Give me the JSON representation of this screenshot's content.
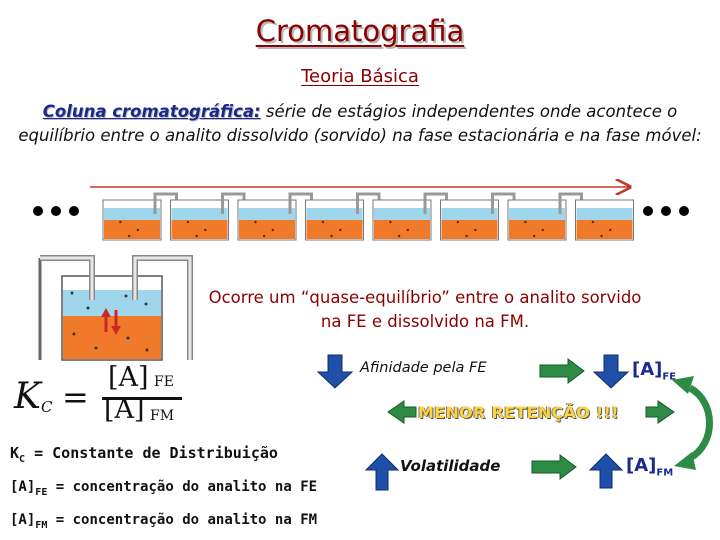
{
  "title": "Cromatografia",
  "subtitle": "Teoria Básica",
  "intro": {
    "term": "Coluna cromatográfica:",
    "text": " série de estágios independentes onde acontece o equilíbrio entre o analito dissolvido (sorvido) na fase estacionária e na fase móvel:"
  },
  "quasi_equilibrium": "Ocorre um “quase-equilíbrio” entre o analito sorvido na FE e dissolvido na FM.",
  "equation": {
    "lhs_letter": "K",
    "lhs_sub": "C",
    "equals": "=",
    "num_bracket": "[A]",
    "num_sub": "FE",
    "den_bracket": "[A]",
    "den_sub": "FM"
  },
  "definitions": {
    "kc": {
      "symbol": "K",
      "sub": "C",
      "text": " = Constante de Distribuição"
    },
    "afe": {
      "symbol": "[A]",
      "sub": "FE",
      "text": " = concentração do analito na FE"
    },
    "afm": {
      "symbol": "[A]",
      "sub": "FM",
      "text": " = concentração do analito na FM"
    }
  },
  "relations": {
    "affinity_label": "Afinidade pela FE",
    "affinity_result_symbol": "[A]",
    "affinity_result_sub": "FE",
    "retention_label": "MENOR RETENÇÃO !!!",
    "volatility_label": "Volatilidade",
    "volatility_result_symbol": "[A]",
    "volatility_result_sub": "FM"
  },
  "colors": {
    "title": "#8b0000",
    "accent_blue": "#1a2a8c",
    "arrow_blue": "#1f4fa8",
    "arrow_green": "#1f7a3a",
    "liquid_mobile": "#9fd6ec",
    "liquid_stationary": "#f07a2a",
    "retention_text": "#ffd23f"
  }
}
